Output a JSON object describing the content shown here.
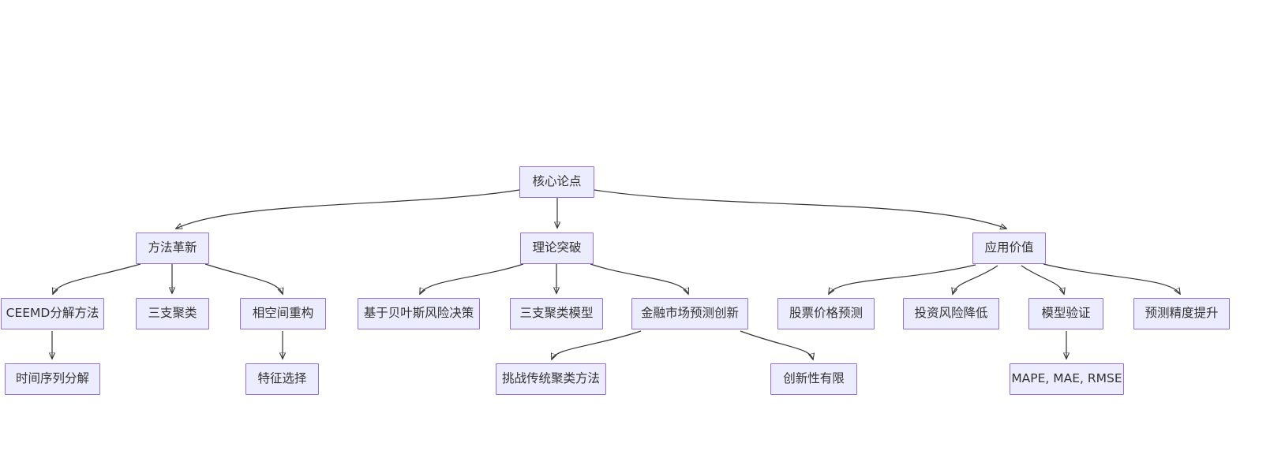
{
  "diagram": {
    "kind": "flowchart",
    "direction": "top-down",
    "colors": {
      "node_fill": "#ECECFF",
      "node_border": "#9370DB",
      "edge_stroke": "#333333",
      "label_text": "#333333",
      "canvas_background": "#ffffff"
    },
    "nodes": {
      "core": {
        "label": "核心论点",
        "level": 1
      },
      "method": {
        "label": "方法革新",
        "level": 2
      },
      "theory": {
        "label": "理论突破",
        "level": 2
      },
      "application": {
        "label": "应用价值",
        "level": 2
      },
      "ceemd": {
        "label": "CEEMD分解方法",
        "level": 3
      },
      "three_way": {
        "label": "三支聚类",
        "level": 3
      },
      "phase_space": {
        "label": "相空间重构",
        "level": 3
      },
      "bayes": {
        "label": "基于贝叶斯风险决策",
        "level": 3
      },
      "three_way_model": {
        "label": "三支聚类模型",
        "level": 3
      },
      "financial": {
        "label": "金融市场预测创新",
        "level": 3
      },
      "stock": {
        "label": "股票价格预测",
        "level": 3
      },
      "risk": {
        "label": "投资风险降低",
        "level": 3
      },
      "validation": {
        "label": "模型验证",
        "level": 3
      },
      "accuracy": {
        "label": "预测精度提升",
        "level": 3
      },
      "time_series": {
        "label": "时间序列分解",
        "level": 4
      },
      "feature": {
        "label": "特征选择",
        "level": 4
      },
      "challenge": {
        "label": "挑战传统聚类方法",
        "level": 4
      },
      "limited": {
        "label": "创新性有限",
        "level": 4
      },
      "metrics": {
        "label": "MAPE, MAE, RMSE",
        "level": 4
      }
    },
    "edges": [
      {
        "from": "core",
        "to": "method"
      },
      {
        "from": "core",
        "to": "theory"
      },
      {
        "from": "core",
        "to": "application"
      },
      {
        "from": "method",
        "to": "ceemd"
      },
      {
        "from": "method",
        "to": "three_way"
      },
      {
        "from": "method",
        "to": "phase_space"
      },
      {
        "from": "theory",
        "to": "bayes"
      },
      {
        "from": "theory",
        "to": "three_way_model"
      },
      {
        "from": "theory",
        "to": "financial"
      },
      {
        "from": "application",
        "to": "stock"
      },
      {
        "from": "application",
        "to": "risk"
      },
      {
        "from": "application",
        "to": "validation"
      },
      {
        "from": "application",
        "to": "accuracy"
      },
      {
        "from": "ceemd",
        "to": "time_series"
      },
      {
        "from": "phase_space",
        "to": "feature"
      },
      {
        "from": "financial",
        "to": "challenge"
      },
      {
        "from": "financial",
        "to": "limited"
      },
      {
        "from": "validation",
        "to": "metrics"
      }
    ]
  }
}
